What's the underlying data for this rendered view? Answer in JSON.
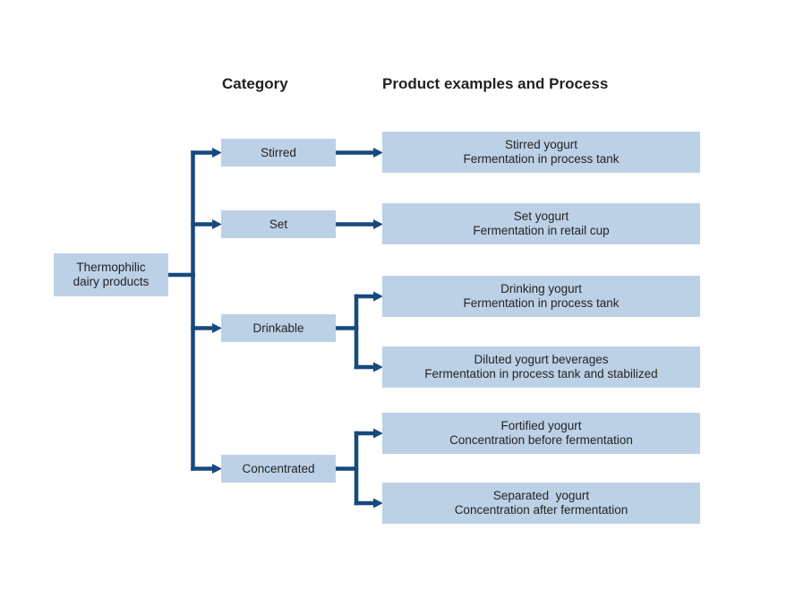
{
  "diagram": {
    "headers": {
      "category": "Category",
      "products": "Product examples and Process"
    },
    "root": {
      "line1": "Thermophilic",
      "line2": "dairy products"
    },
    "categories": [
      {
        "label": "Stirred"
      },
      {
        "label": "Set"
      },
      {
        "label": "Drinkable"
      },
      {
        "label": "Concentrated"
      }
    ],
    "products": [
      {
        "line1": "Stirred yogurt",
        "line2": "Fermentation in process tank"
      },
      {
        "line1": "Set yogurt",
        "line2": "Fermentation in retail cup"
      },
      {
        "line1": "Drinking yogurt",
        "line2": "Fermentation in process tank"
      },
      {
        "line1": "Diluted yogurt beverages",
        "line2": "Fermentation in process tank and stabilized"
      },
      {
        "line1": "Fortified yogurt",
        "line2": "Concentration before fermentation"
      },
      {
        "line1": "Separated  yogurt",
        "line2": "Concentration after fermentation"
      }
    ],
    "colors": {
      "box_fill": "#bcd1e6",
      "connector": "#17497e",
      "heading_text": "#231f20",
      "box_text": "#232323",
      "background": "#ffffff"
    }
  }
}
